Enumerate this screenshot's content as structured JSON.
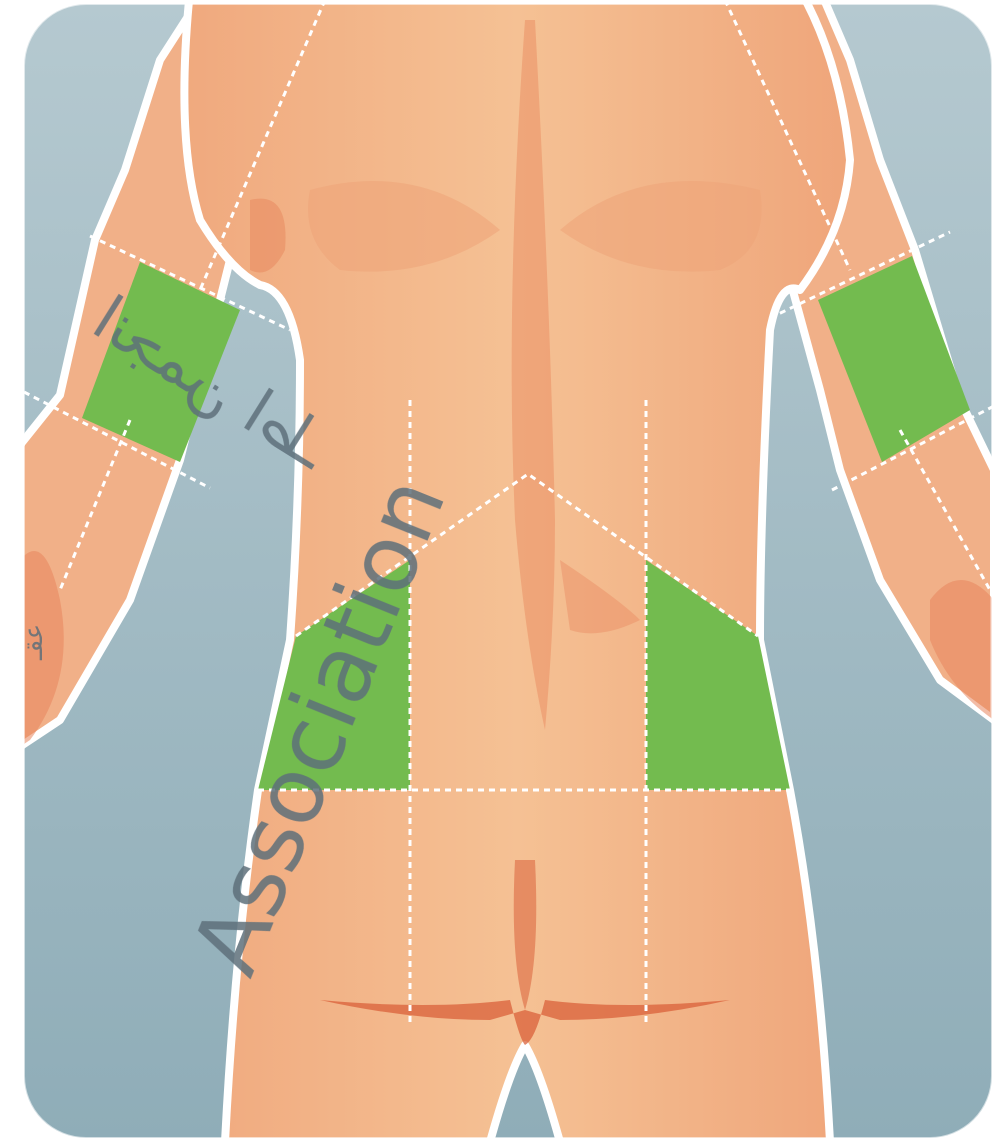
{
  "colors": {
    "background_top": "#b5c9d0",
    "background_bottom": "#8fadb8",
    "skin_light": "#f5c194",
    "skin_mid": "#efa57a",
    "skin_shadow": "#e8855c",
    "crease": "#d9603a",
    "injection_zone": "#73bb4f",
    "outline": "#ffffff",
    "guide_line": "#ffffff",
    "watermark": "#5e6f7a"
  },
  "icons": {
    "body": "human-back-view-icon"
  },
  "injection_sites": [
    {
      "name": "left-upper-arm"
    },
    {
      "name": "right-upper-arm"
    },
    {
      "name": "left-lower-back-flank"
    },
    {
      "name": "right-lower-back-flank"
    }
  ],
  "watermark": {
    "main": "Association",
    "arabic_top": "انجمن اطـ",
    "arabic_side": "عقـ"
  }
}
